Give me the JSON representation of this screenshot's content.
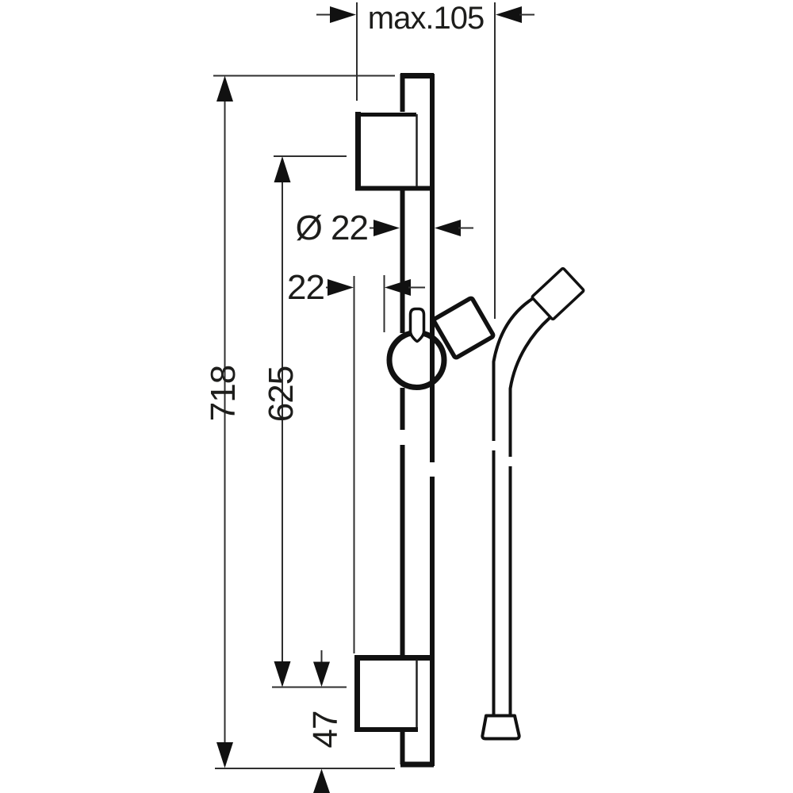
{
  "page": {
    "background": "#ffffff",
    "line_color": "#1d1d1b",
    "drawing_type": "technical dimension drawing of a wall-mounted shower rail with slider and hose"
  },
  "dimensions": {
    "max_wall_clearance": {
      "label": "max.105",
      "value": 105,
      "orientation": "horizontal",
      "position": "top"
    },
    "rail_length": {
      "label": "718",
      "value": 718,
      "orientation": "vertical",
      "position": "far-left"
    },
    "bracket_spacing": {
      "label": "625",
      "value": 625,
      "orientation": "vertical",
      "position": "left"
    },
    "bracket_to_rail_end": {
      "label": "47",
      "value": 47,
      "orientation": "vertical",
      "position": "bottom"
    },
    "rail_diameter": {
      "label": "Ø 22",
      "value": 22,
      "orientation": "horizontal",
      "position": "middle-left"
    },
    "wall_to_slider_offset": {
      "label": "22",
      "value": 22,
      "orientation": "horizontal",
      "position": "middle-left"
    }
  }
}
